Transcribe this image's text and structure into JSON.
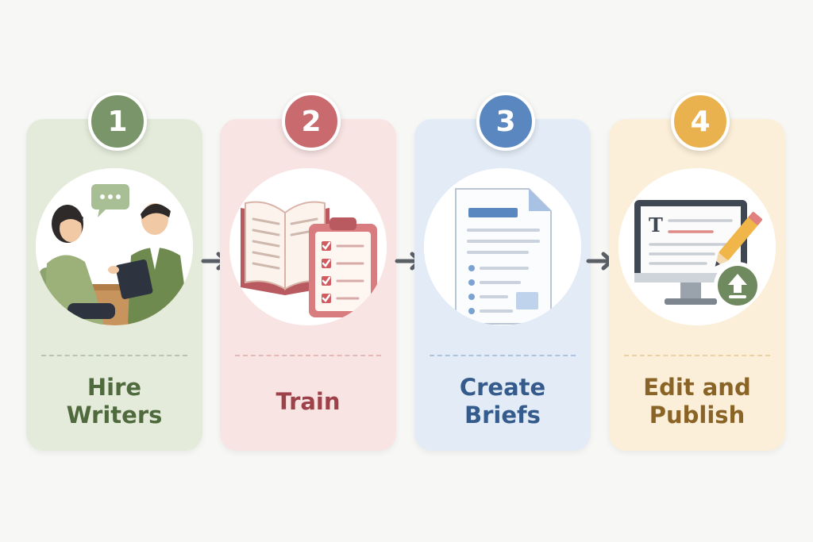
{
  "colors": {
    "background": "#f7f7f5",
    "arrow": "#5a5f66",
    "white": "#ffffff"
  },
  "steps": [
    {
      "number": "1",
      "label_lines": [
        "Hire",
        "Writers"
      ],
      "icon": "interview-icon",
      "card_color": "#e4ebda",
      "badge_color": "#7a956a",
      "text_color": "#4f6b3e",
      "divider_color": "#b9c5ad"
    },
    {
      "number": "2",
      "label_lines": [
        "Train"
      ],
      "icon": "training-book-checklist-icon",
      "card_color": "#f8e4e3",
      "badge_color": "#c96a6e",
      "text_color": "#9e4249",
      "divider_color": "#e6b9b9"
    },
    {
      "number": "3",
      "label_lines": [
        "Create",
        "Briefs"
      ],
      "icon": "brief-document-icon",
      "card_color": "#e2ebf6",
      "badge_color": "#5a87bf",
      "text_color": "#355b8c",
      "divider_color": "#adc3de"
    },
    {
      "number": "4",
      "label_lines": [
        "Edit and",
        "Publish"
      ],
      "icon": "edit-publish-monitor-icon",
      "card_color": "#fbefd9",
      "badge_color": "#e9b24f",
      "text_color": "#8a6326",
      "divider_color": "#e9d2a4"
    }
  ]
}
